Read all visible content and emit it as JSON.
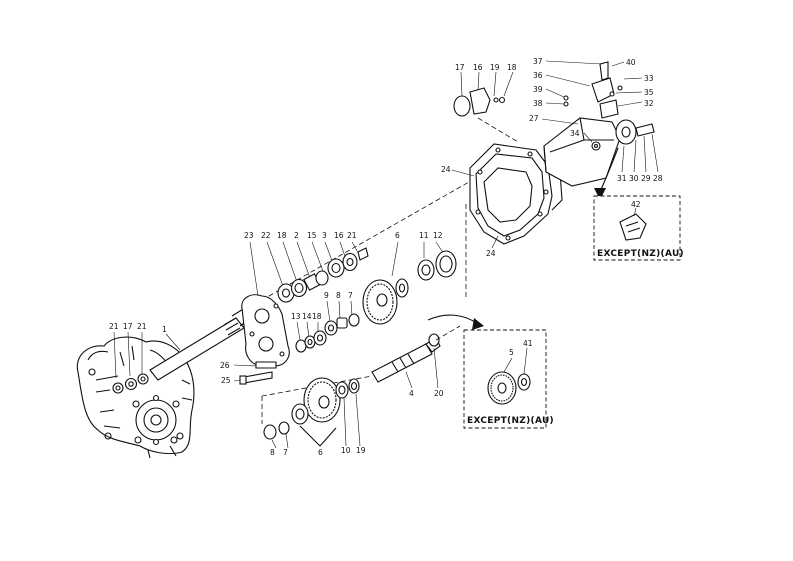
{
  "callouts": [
    {
      "id": "c21a",
      "text": "21"
    },
    {
      "id": "c17a",
      "text": "17"
    },
    {
      "id": "c21b",
      "text": "21"
    },
    {
      "id": "c1",
      "text": "1"
    },
    {
      "id": "c26",
      "text": "26"
    },
    {
      "id": "c25",
      "text": "25"
    },
    {
      "id": "c23",
      "text": "23"
    },
    {
      "id": "c22",
      "text": "22"
    },
    {
      "id": "c18a",
      "text": "18"
    },
    {
      "id": "c2a",
      "text": "2"
    },
    {
      "id": "c15",
      "text": "15"
    },
    {
      "id": "c3",
      "text": "3"
    },
    {
      "id": "c16a",
      "text": "16"
    },
    {
      "id": "c21c",
      "text": "21"
    },
    {
      "id": "c13",
      "text": "13"
    },
    {
      "id": "c14",
      "text": "14"
    },
    {
      "id": "c18b",
      "text": "18"
    },
    {
      "id": "c9",
      "text": "9"
    },
    {
      "id": "c8a",
      "text": "8"
    },
    {
      "id": "c7a",
      "text": "7"
    },
    {
      "id": "c6a",
      "text": "6"
    },
    {
      "id": "c11",
      "text": "11"
    },
    {
      "id": "c12",
      "text": "12"
    },
    {
      "id": "c4",
      "text": "4"
    },
    {
      "id": "c20",
      "text": "20"
    },
    {
      "id": "c8b",
      "text": "8"
    },
    {
      "id": "c7b",
      "text": "7"
    },
    {
      "id": "c6b",
      "text": "6"
    },
    {
      "id": "c10",
      "text": "10"
    },
    {
      "id": "c19a",
      "text": "19"
    },
    {
      "id": "c5",
      "text": "5"
    },
    {
      "id": "c41",
      "text": "41"
    },
    {
      "id": "c24a",
      "text": "24"
    },
    {
      "id": "c24b",
      "text": "24"
    },
    {
      "id": "c17b",
      "text": "17"
    },
    {
      "id": "c16b",
      "text": "16"
    },
    {
      "id": "c19b",
      "text": "19"
    },
    {
      "id": "c18c",
      "text": "18"
    },
    {
      "id": "c37",
      "text": "37"
    },
    {
      "id": "c40",
      "text": "40"
    },
    {
      "id": "c36",
      "text": "36"
    },
    {
      "id": "c33",
      "text": "33"
    },
    {
      "id": "c39",
      "text": "39"
    },
    {
      "id": "c35",
      "text": "35"
    },
    {
      "id": "c38",
      "text": "38"
    },
    {
      "id": "c32",
      "text": "32"
    },
    {
      "id": "c27",
      "text": "27"
    },
    {
      "id": "c34",
      "text": "34"
    },
    {
      "id": "c31",
      "text": "31"
    },
    {
      "id": "c30",
      "text": "30"
    },
    {
      "id": "c29",
      "text": "29"
    },
    {
      "id": "c28",
      "text": "28"
    },
    {
      "id": "c42",
      "text": "42"
    }
  ],
  "captions": {
    "detail_upper": "EXCEPT(NZ)(AU)",
    "detail_lower": "EXCEPT(NZ)(AU)"
  }
}
